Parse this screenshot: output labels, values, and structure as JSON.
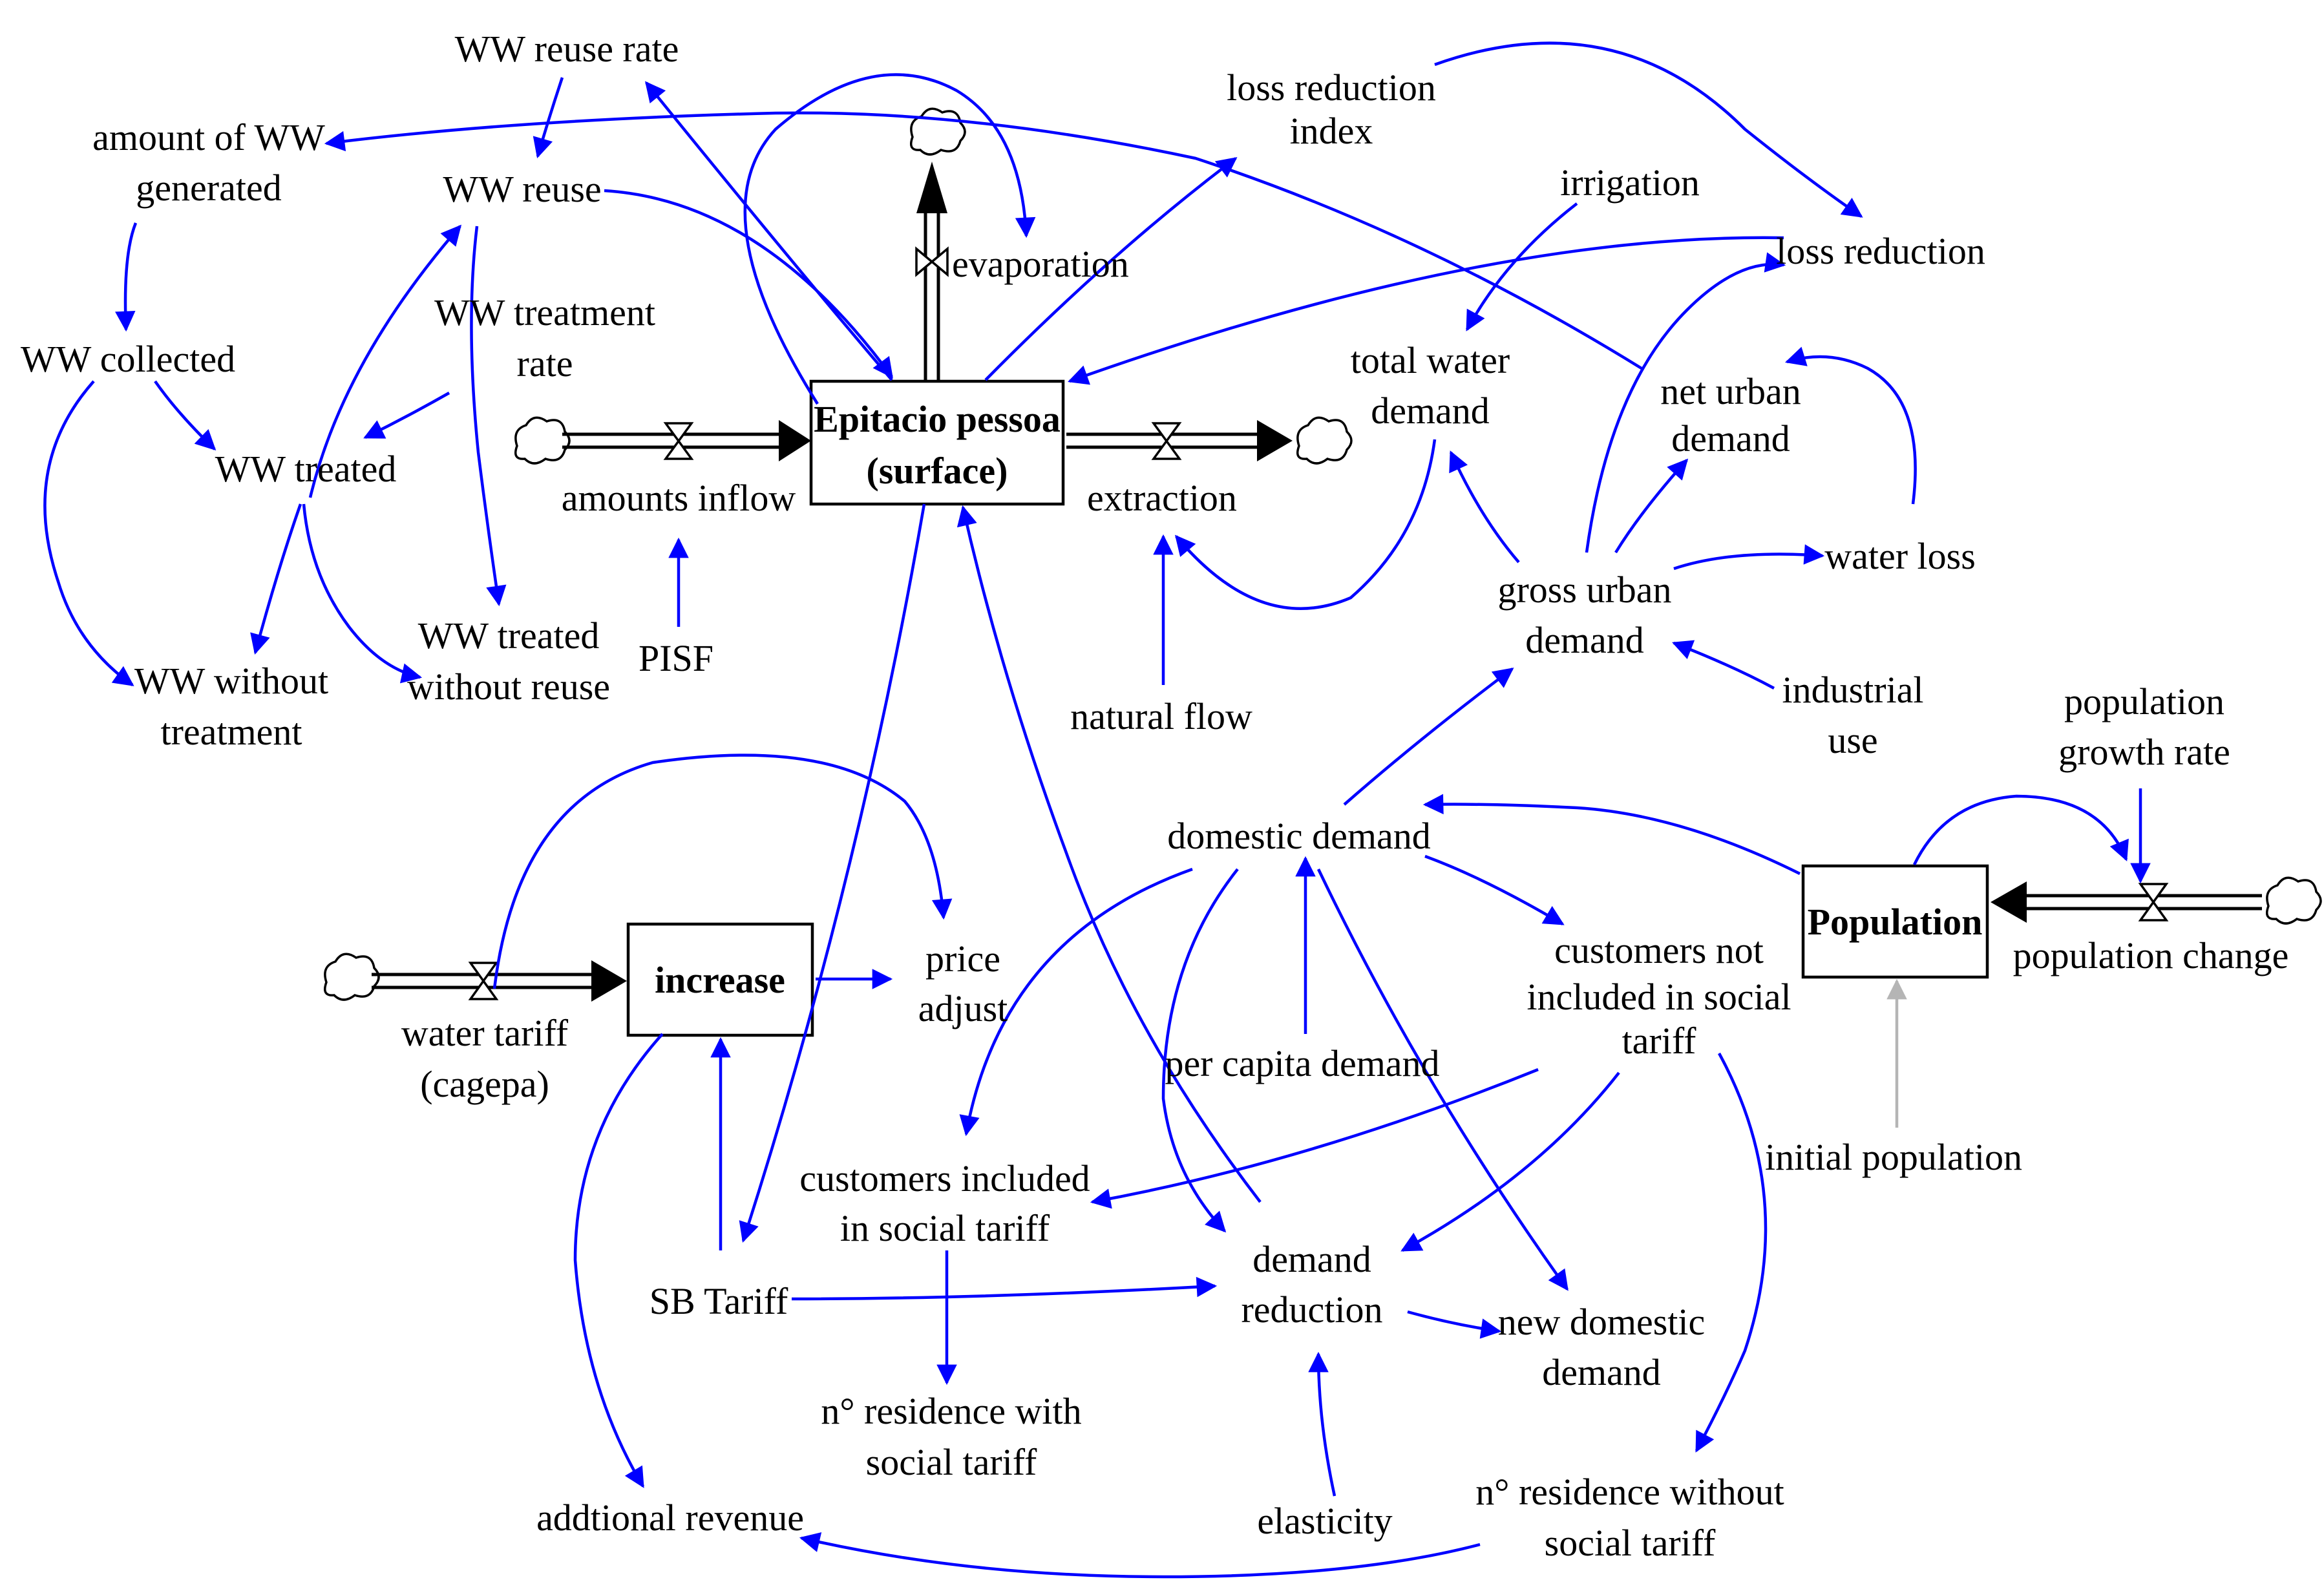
{
  "stocks": {
    "epitacio_line1": "Epitacio pessoa",
    "epitacio_line2": "(surface)",
    "increase": "increase",
    "population": "Population"
  },
  "flows": {
    "amounts_inflow": "amounts inflow",
    "extraction": "extraction",
    "evaporation": "evaporation",
    "water_tariff_line1": "water tariff",
    "water_tariff_line2": "(cagepa)",
    "population_change": "population change"
  },
  "variables": {
    "ww_reuse_rate": "WW reuse rate",
    "amount_ww_line1": "amount of WW",
    "amount_ww_line2": "generated",
    "ww_reuse": "WW reuse",
    "ww_treatment_rate_line1": "WW treatment",
    "ww_treatment_rate_line2": "rate",
    "ww_collected": "WW collected",
    "ww_treated": "WW treated",
    "ww_without_treatment_line1": "WW without",
    "ww_without_treatment_line2": "treatment",
    "ww_treated_without_reuse_line1": "WW treated",
    "ww_treated_without_reuse_line2": "without reuse",
    "pisf": "PISF",
    "loss_reduction_index_line1": "loss reduction",
    "loss_reduction_index_line2": "index",
    "irrigation": "irrigation",
    "loss_reduction": "loss reduction",
    "total_water_demand_line1": "total water",
    "total_water_demand_line2": "demand",
    "net_urban_demand_line1": "net urban",
    "net_urban_demand_line2": "demand",
    "water_loss": "water loss",
    "gross_urban_demand_line1": "gross urban",
    "gross_urban_demand_line2": "demand",
    "natural_flow": "natural flow",
    "industrial_use_line1": "industrial",
    "industrial_use_line2": "use",
    "population_growth_rate_line1": "population",
    "population_growth_rate_line2": "growth rate",
    "domestic_demand": "domestic demand",
    "price_adjust_line1": "price",
    "price_adjust_line2": "adjust",
    "customers_not_included_line1": "customers not",
    "customers_not_included_line2": "included in social",
    "customers_not_included_line3": "tariff",
    "per_capita_demand": "per capita demand",
    "initial_population": "initial population",
    "customers_included_line1": "customers included",
    "customers_included_line2": "in social tariff",
    "demand_reduction_line1": "demand",
    "demand_reduction_line2": "reduction",
    "sb_tariff": "SB Tariff",
    "new_domestic_demand_line1": "new domestic",
    "new_domestic_demand_line2": "demand",
    "residence_with_line1": "n° residence with",
    "residence_with_line2": "social tariff",
    "residence_without_line1": "n° residence without",
    "residence_without_line2": "social tariff",
    "additional_revenue": "addtional revenue",
    "elasticity": "elasticity"
  },
  "colors": {
    "link": "#0000ff",
    "faded_link": "#b5b5b5",
    "stock_border": "#000000",
    "background": "#ffffff"
  }
}
